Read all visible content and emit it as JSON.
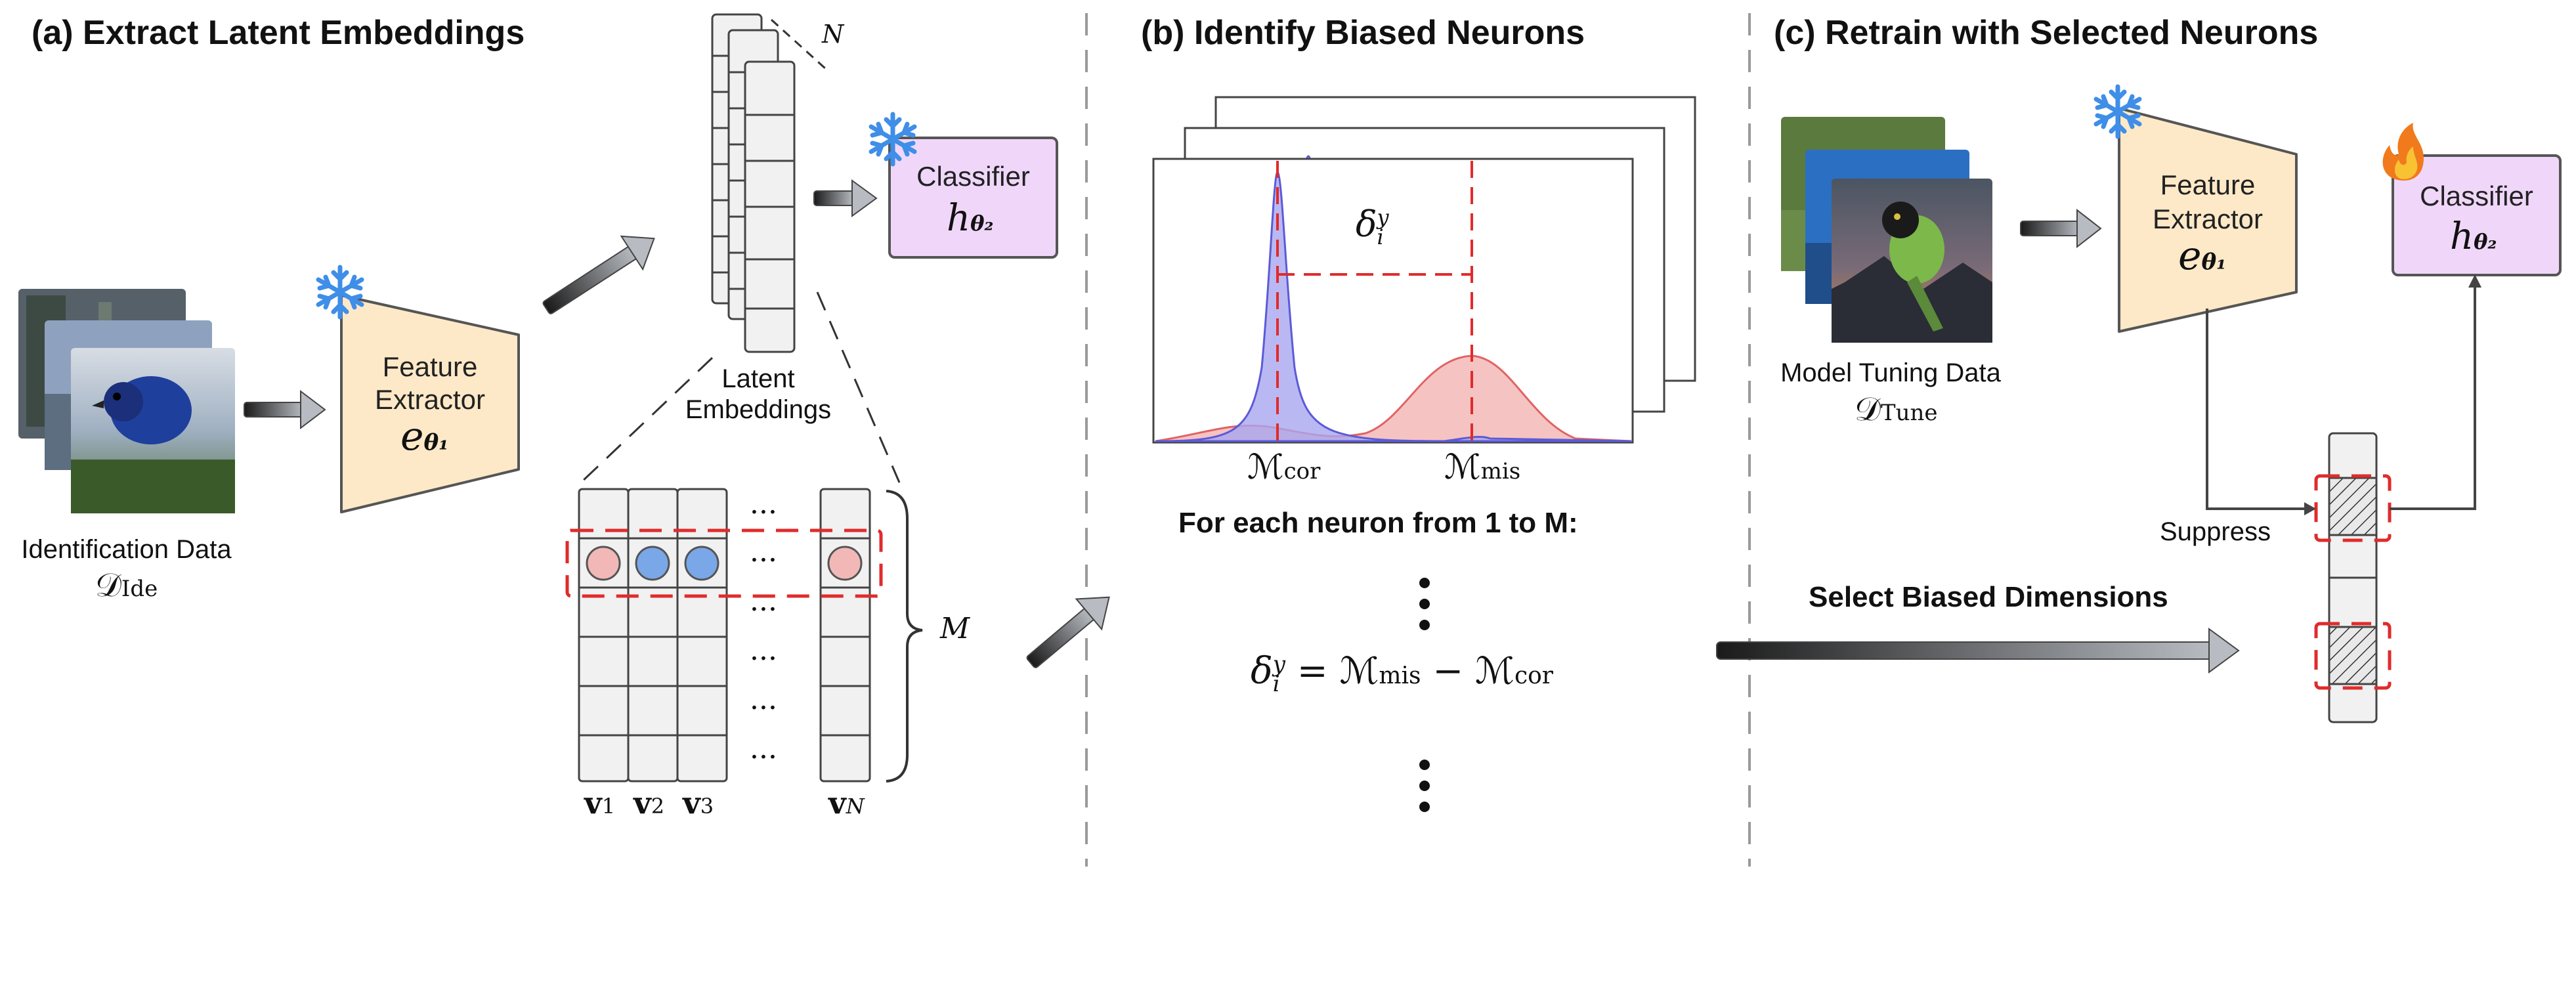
{
  "sections": {
    "a": {
      "title": "(a) Extract Latent Embeddings"
    },
    "b": {
      "title": "(b) Identify Biased Neurons"
    },
    "c": {
      "title": "(c) Retrain with Selected Neurons"
    }
  },
  "panel_a": {
    "data_label": "Identification Data",
    "data_symbol": "𝒟",
    "data_subscript": "Ide",
    "feature_extractor": {
      "line1": "Feature",
      "line2": "Extractor",
      "symbol": "e",
      "sub": "θ₁"
    },
    "classifier": {
      "label": "Classifier",
      "symbol": "h",
      "sub": "θ₂"
    },
    "stack_count": "N",
    "latent_label": {
      "line1": "Latent",
      "line2": "Embeddings"
    },
    "dots": "···",
    "neuron_count": "M",
    "vectors": [
      {
        "v": "v",
        "sub": "1"
      },
      {
        "v": "v",
        "sub": "2"
      },
      {
        "v": "v",
        "sub": "3"
      },
      {
        "v": "v",
        "sub": "N"
      }
    ]
  },
  "panel_b": {
    "delta": "δ",
    "delta_sub": "i",
    "delta_sup": "y",
    "m_cor": "ℳ",
    "m_cor_sub": "cor",
    "m_mis": "ℳ",
    "m_mis_sub": "mis",
    "loop_text": "For each neuron from 1 to M:",
    "equation": {
      "lhs": "δ",
      "lhs_sub": "i",
      "lhs_sup": "y",
      "eq": "=",
      "a": "ℳ",
      "a_sub": "mis",
      "minus": "−",
      "b": "ℳ",
      "b_sub": "cor"
    }
  },
  "panel_c": {
    "data_label": "Model Tuning Data",
    "data_symbol": "𝒟",
    "data_subscript": "Tune",
    "feature_extractor": {
      "line1": "Feature",
      "line2": "Extractor",
      "symbol": "e",
      "sub": "θ₁"
    },
    "classifier": {
      "label": "Classifier",
      "symbol": "h",
      "sub": "θ₂"
    },
    "suppress_label": "Suppress",
    "select_label": "Select Biased Dimensions"
  },
  "icons": {
    "frozen": "snowflake-icon",
    "trainable": "fire-icon"
  },
  "colors": {
    "extractor_fill": "#fde9c8",
    "classifier_fill": "#f0d7fa",
    "correct_dist": "#5b5bd6",
    "mis_dist": "#e06464",
    "pink_cell": "#f2b8b8",
    "blue_cell": "#7aa7e8",
    "dashed_red": "#e02b2b",
    "snowflake": "#3f8ee8",
    "divider": "#9a9a9a"
  }
}
